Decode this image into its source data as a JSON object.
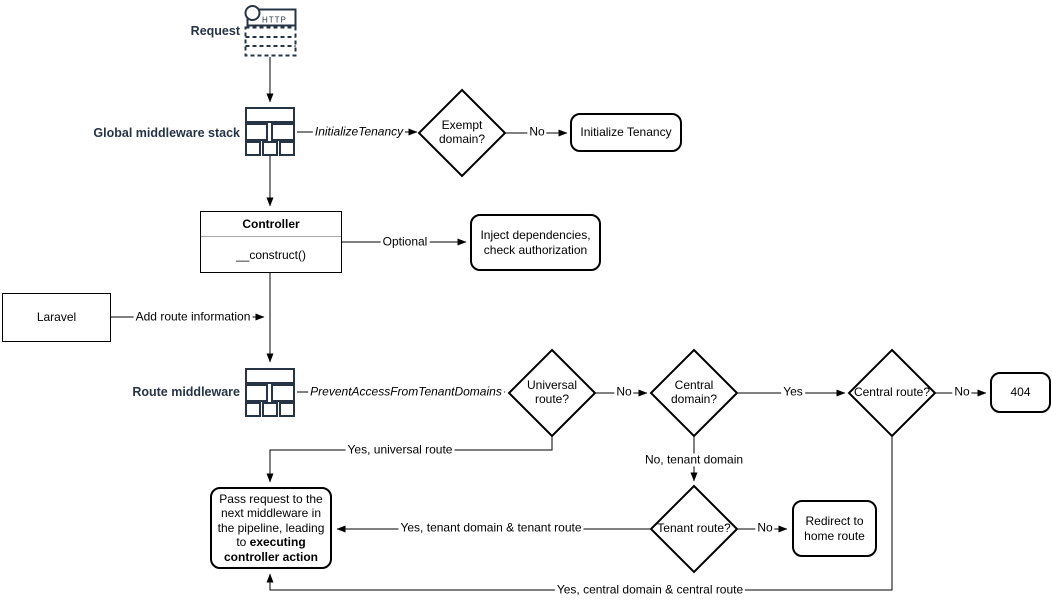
{
  "colors": {
    "navy": "#263445",
    "black": "#000000",
    "background": "#ffffff"
  },
  "nodes": {
    "request": {
      "label": "Request",
      "icon_http_label": "HTTP"
    },
    "global_middleware": {
      "label": "Global middleware stack"
    },
    "exempt_domain": {
      "label": "Exempt domain?"
    },
    "initialize_tenancy": {
      "label": "Initialize Tenancy"
    },
    "controller": {
      "title": "Controller",
      "method": "__construct()"
    },
    "inject": {
      "label": "Inject dependencies, check authorization"
    },
    "laravel": {
      "label": "Laravel"
    },
    "route_middleware": {
      "label": "Route middleware"
    },
    "universal_route": {
      "label": "Universal route?"
    },
    "central_domain": {
      "label": "Central domain?"
    },
    "central_route": {
      "label": "Central route?"
    },
    "not_found": {
      "label": "404"
    },
    "tenant_route": {
      "label": "Tenant route?"
    },
    "redirect_home": {
      "label": "Redirect to home route"
    },
    "pass_request": {
      "text_normal": "Pass request to the next middleware in the pipeline, leading to ",
      "text_bold": "executing controller action"
    }
  },
  "edges": {
    "initialize_tenancy_middleware": "InitializeTenancy",
    "exempt_no": "No",
    "optional": "Optional",
    "add_route_information": "Add route information",
    "prevent_access_middleware": "PreventAccessFromTenantDomains",
    "universal_no": "No",
    "central_domain_yes": "Yes",
    "central_route_no": "No",
    "universal_yes": "Yes, universal route",
    "tenant_domain_no": "No, tenant domain",
    "tenant_yes": "Yes, tenant domain & tenant route",
    "tenant_no": "No",
    "central_yes": "Yes, central domain & central route"
  }
}
